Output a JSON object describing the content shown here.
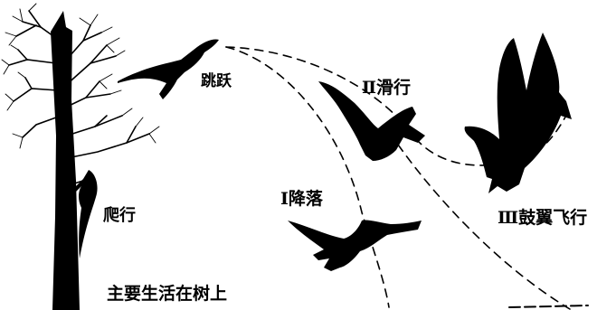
{
  "labels": {
    "climb": "爬行",
    "jump": "跳跃",
    "glide": "Ⅱ滑行",
    "land": "Ⅰ降落",
    "flap": "Ⅲ鼓翼飞行",
    "caption": "主要生活在树上"
  },
  "colors": {
    "ink": "#000000",
    "background": "#ffffff"
  }
}
